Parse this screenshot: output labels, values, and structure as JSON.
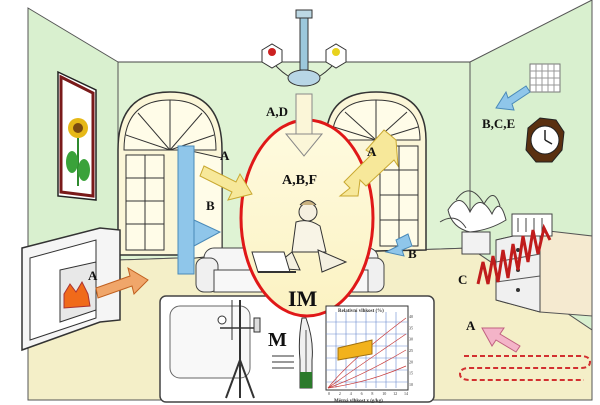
{
  "labels": {
    "ceiling_ad": "A,D",
    "window_left_a": "A",
    "window_left_b": "B",
    "window_right_a": "A",
    "window_right_b": "B",
    "wall_bce": "B,C,E",
    "center_abf": "A,B,F",
    "center_im": "IM",
    "fireplace_a": "A",
    "radiator_c": "C",
    "floor_a": "A",
    "instrument_m": "M"
  },
  "chart_panel": {
    "top_axis_label": "Relativní vlhkost (%)",
    "bottom_axis_label": "Měrná vlhkost x (g/kg)",
    "x_ticks": [
      "0",
      "2",
      "4",
      "6",
      "8",
      "10",
      "12",
      "14"
    ],
    "right_ticks": [
      "40",
      "35",
      "30",
      "25",
      "20",
      "15",
      "10"
    ]
  },
  "colors": {
    "wall": "#d9f0cf",
    "floor": "#f4efc8",
    "arrow_orange": "#f0a66a",
    "arrow_yellow": "#f7e89a",
    "arrow_blue": "#8fc6ea",
    "arrow_pink": "#f4b4c8",
    "zone_outline": "#e01818"
  }
}
